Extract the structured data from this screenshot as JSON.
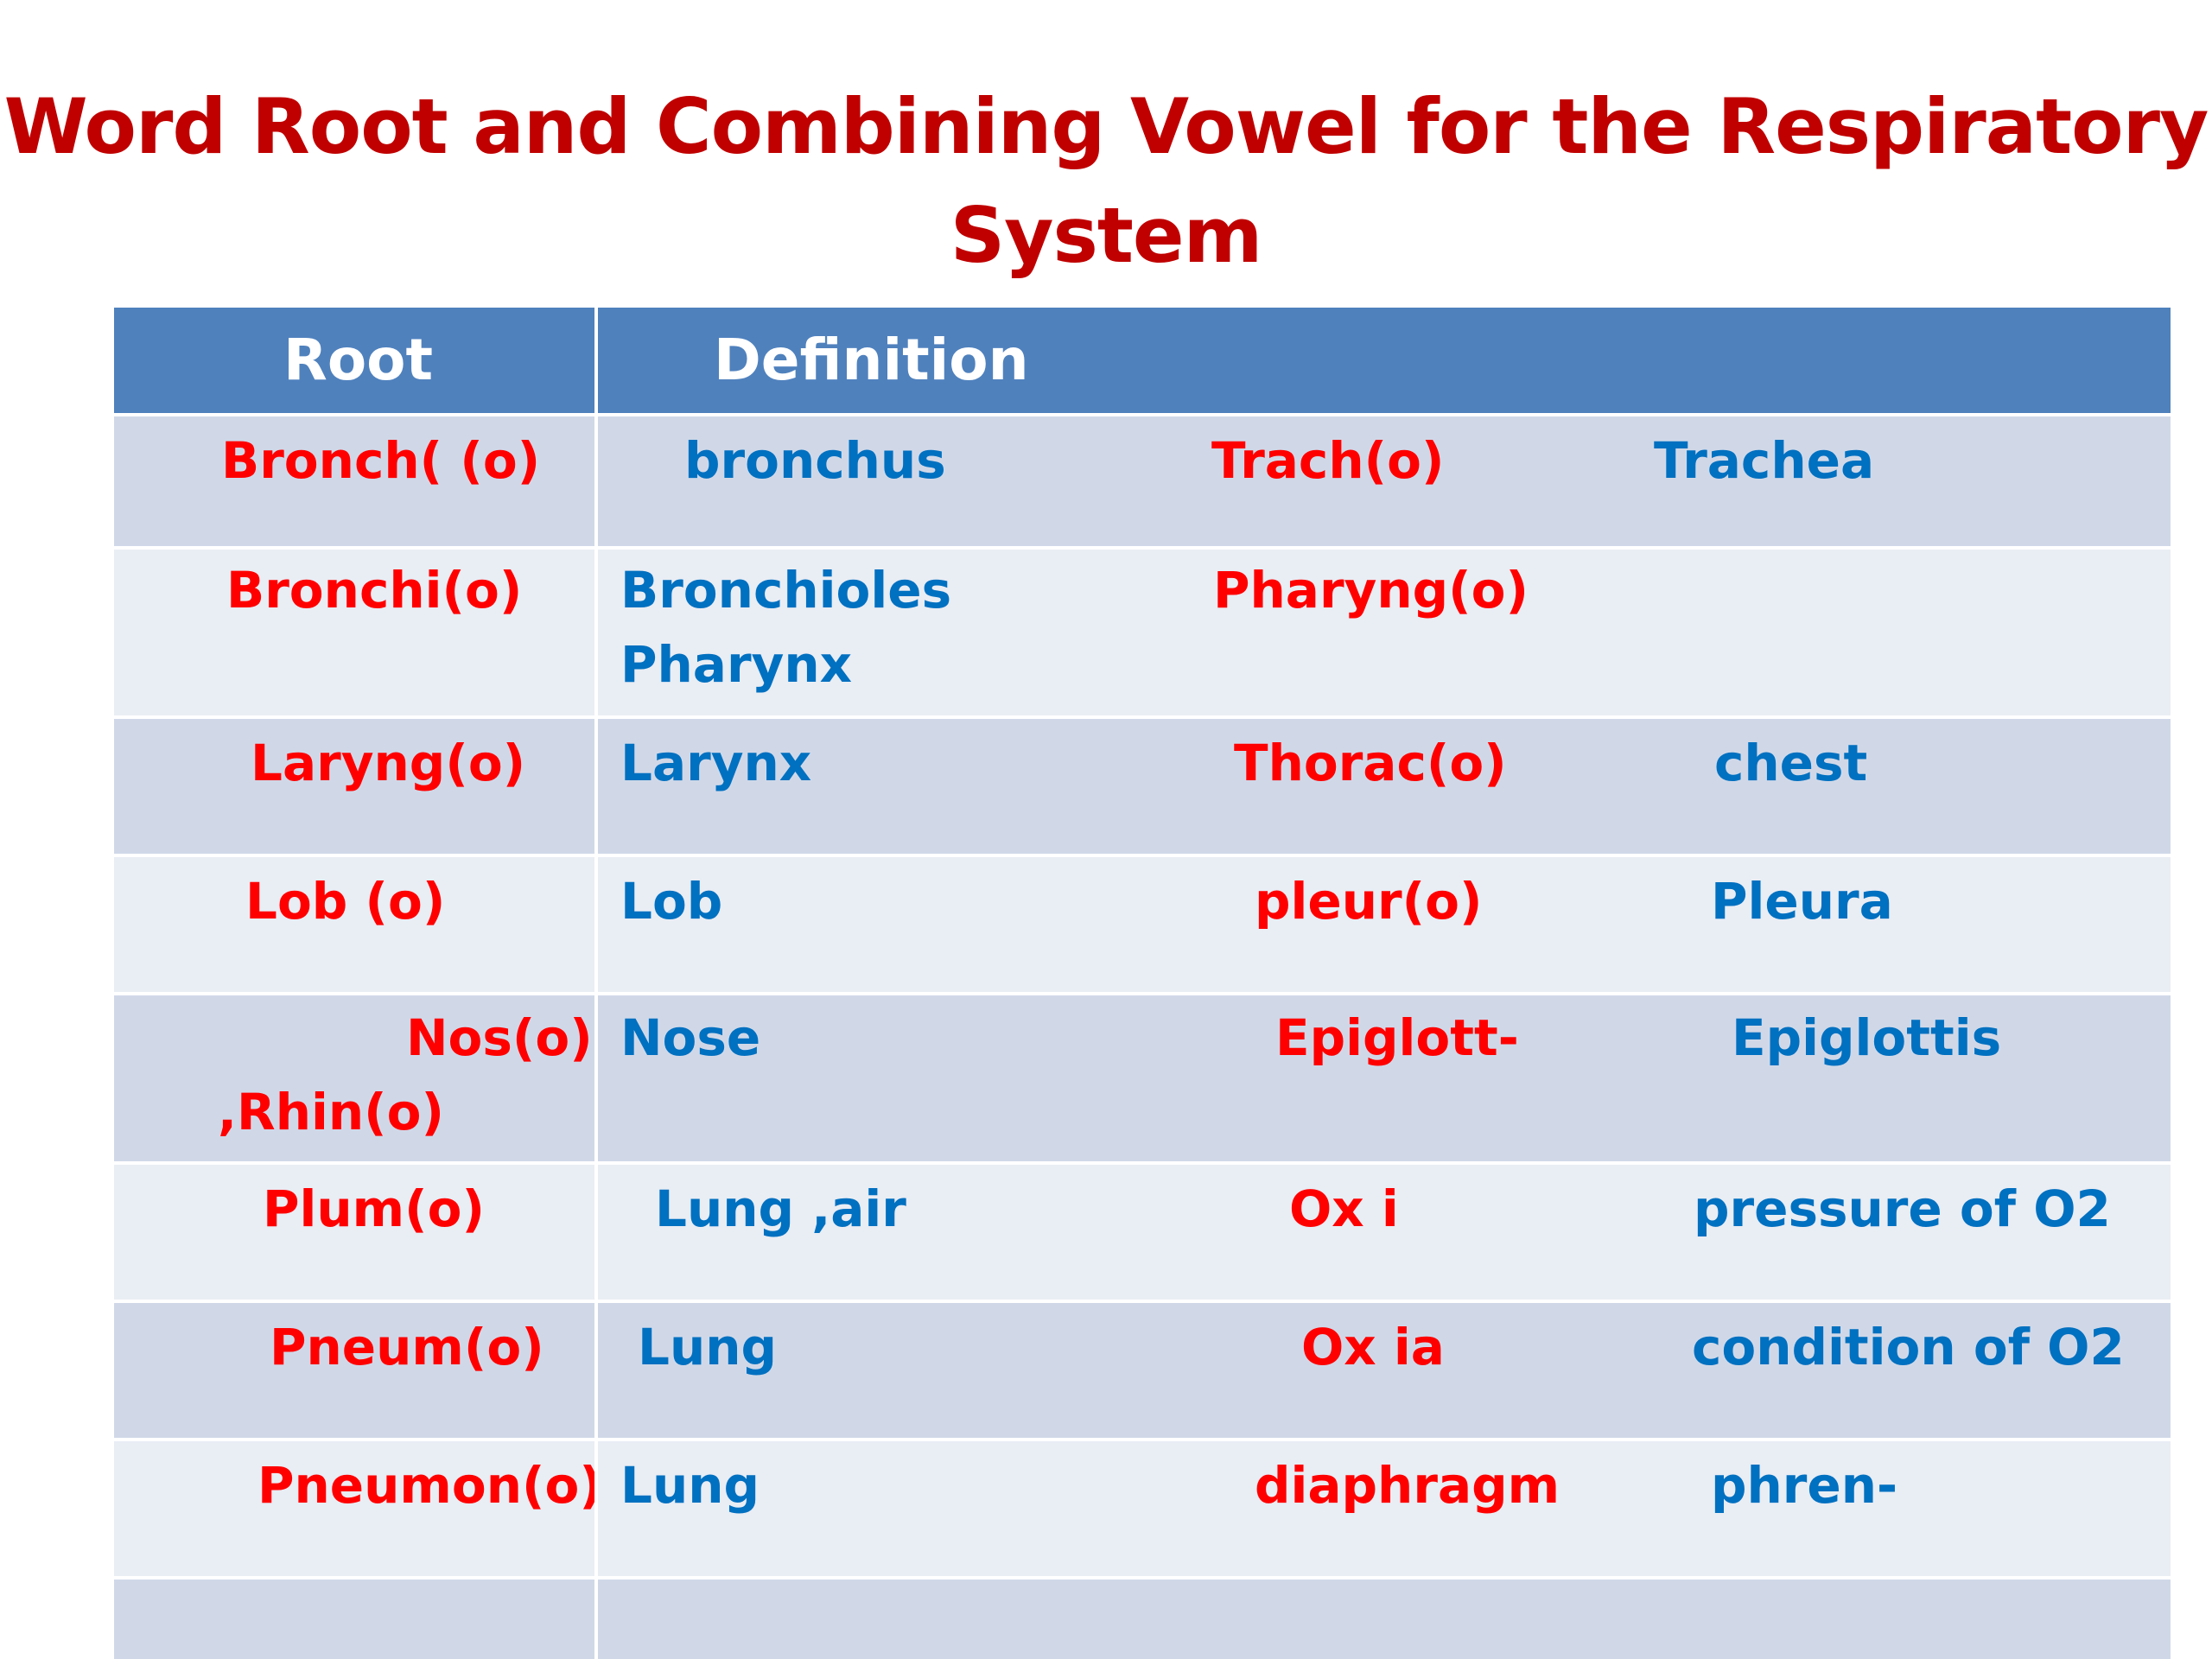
{
  "title": {
    "line1": "Word Root and Combining Vowel for the Respiratory",
    "line2": "System"
  },
  "table": {
    "headers": [
      "Root",
      "Definition"
    ],
    "rows": [
      {
        "c1": "Bronch( (o)",
        "c2": "bronchus",
        "c3": "Trach(o)",
        "c4": "Trachea"
      },
      {
        "c1": "Bronchi(o)",
        "c2a": "Bronchioles",
        "c2b": "Pharynx",
        "c3": "Pharyng(o)",
        "c4": ""
      },
      {
        "c1": "Laryng(o)",
        "c2": "Larynx",
        "c3": "Thorac(o)",
        "c4": "chest"
      },
      {
        "c1": "Lob (o)",
        "c2": "Lob",
        "c3": "pleur(o)",
        "c4": "Pleura"
      },
      {
        "c1a": "Nos(o)",
        "c1b": ",Rhin(o)",
        "c2": "Nose",
        "c3": "Epiglott-",
        "c4": "Epiglottis"
      },
      {
        "c1": "Plum(o)",
        "c2": "Lung ,air",
        "c3": "Ox i",
        "c4": "pressure of  O2"
      },
      {
        "c1": "Pneum(o)",
        "c2": "Lung",
        "c3": "Ox ia",
        "c4": "condition of O2"
      },
      {
        "c1": "Pneumon(o)",
        "c2": "Lung",
        "c3": "diaphragm",
        "c4": "phren-"
      },
      {
        "c1": "",
        "c2": "",
        "c3": "",
        "c4": ""
      }
    ]
  },
  "colors": {
    "title": "#c00000",
    "header_bg": "#4f81bd",
    "row_odd": "#d0d8e8",
    "row_even": "#e9edf4",
    "root_text": "#ff0000",
    "definition_text": "#0070c0"
  }
}
